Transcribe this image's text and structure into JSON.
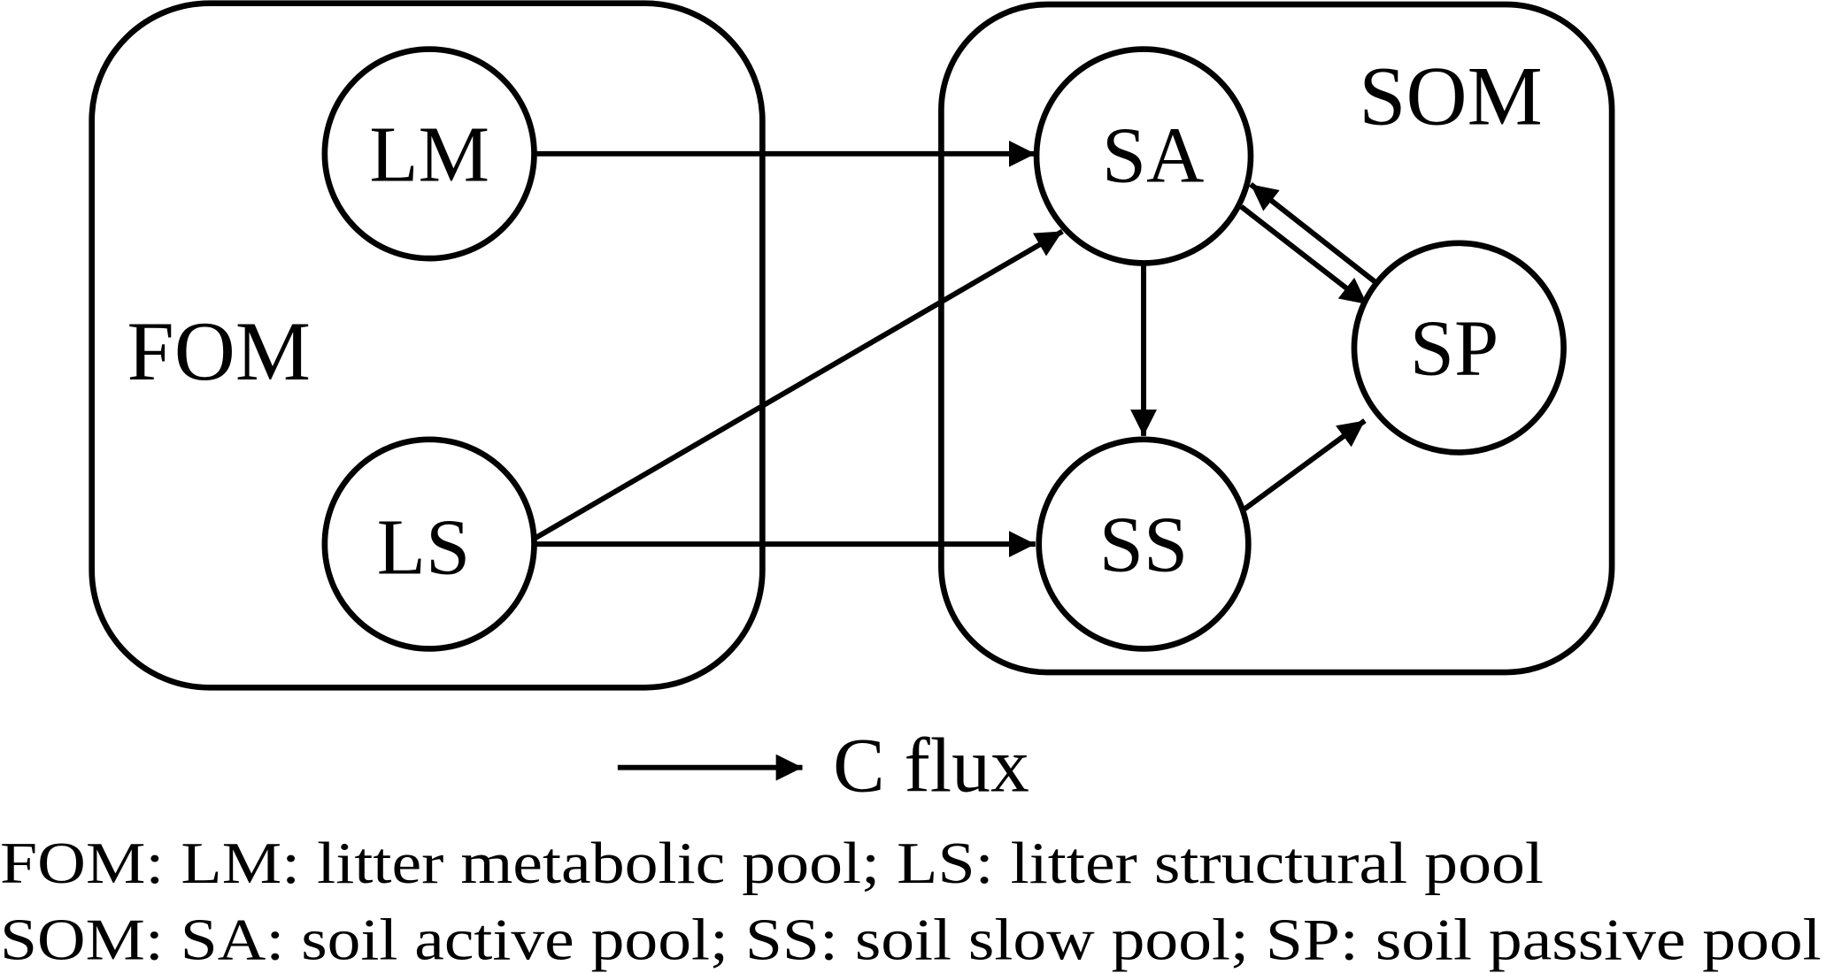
{
  "groups": [
    {
      "id": "FOM",
      "label": "FOM"
    },
    {
      "id": "SOM",
      "label": "SOM"
    }
  ],
  "nodes": [
    {
      "id": "LM",
      "label": "LM",
      "group": "FOM"
    },
    {
      "id": "LS",
      "label": "LS",
      "group": "FOM"
    },
    {
      "id": "SA",
      "label": "SA",
      "group": "SOM"
    },
    {
      "id": "SS",
      "label": "SS",
      "group": "SOM"
    },
    {
      "id": "SP",
      "label": "SP",
      "group": "SOM"
    }
  ],
  "edges": [
    {
      "from": "LM",
      "to": "SA"
    },
    {
      "from": "LS",
      "to": "SA"
    },
    {
      "from": "LS",
      "to": "SS"
    },
    {
      "from": "SA",
      "to": "SS"
    },
    {
      "from": "SA",
      "to": "SP"
    },
    {
      "from": "SP",
      "to": "SA"
    },
    {
      "from": "SS",
      "to": "SP"
    }
  ],
  "legend": {
    "label": "C flux"
  },
  "caption": [
    "FOM: LM: litter metabolic pool; LS: litter structural pool",
    "SOM: SA: soil active pool; SS: soil slow pool; SP: soil passive pool"
  ]
}
